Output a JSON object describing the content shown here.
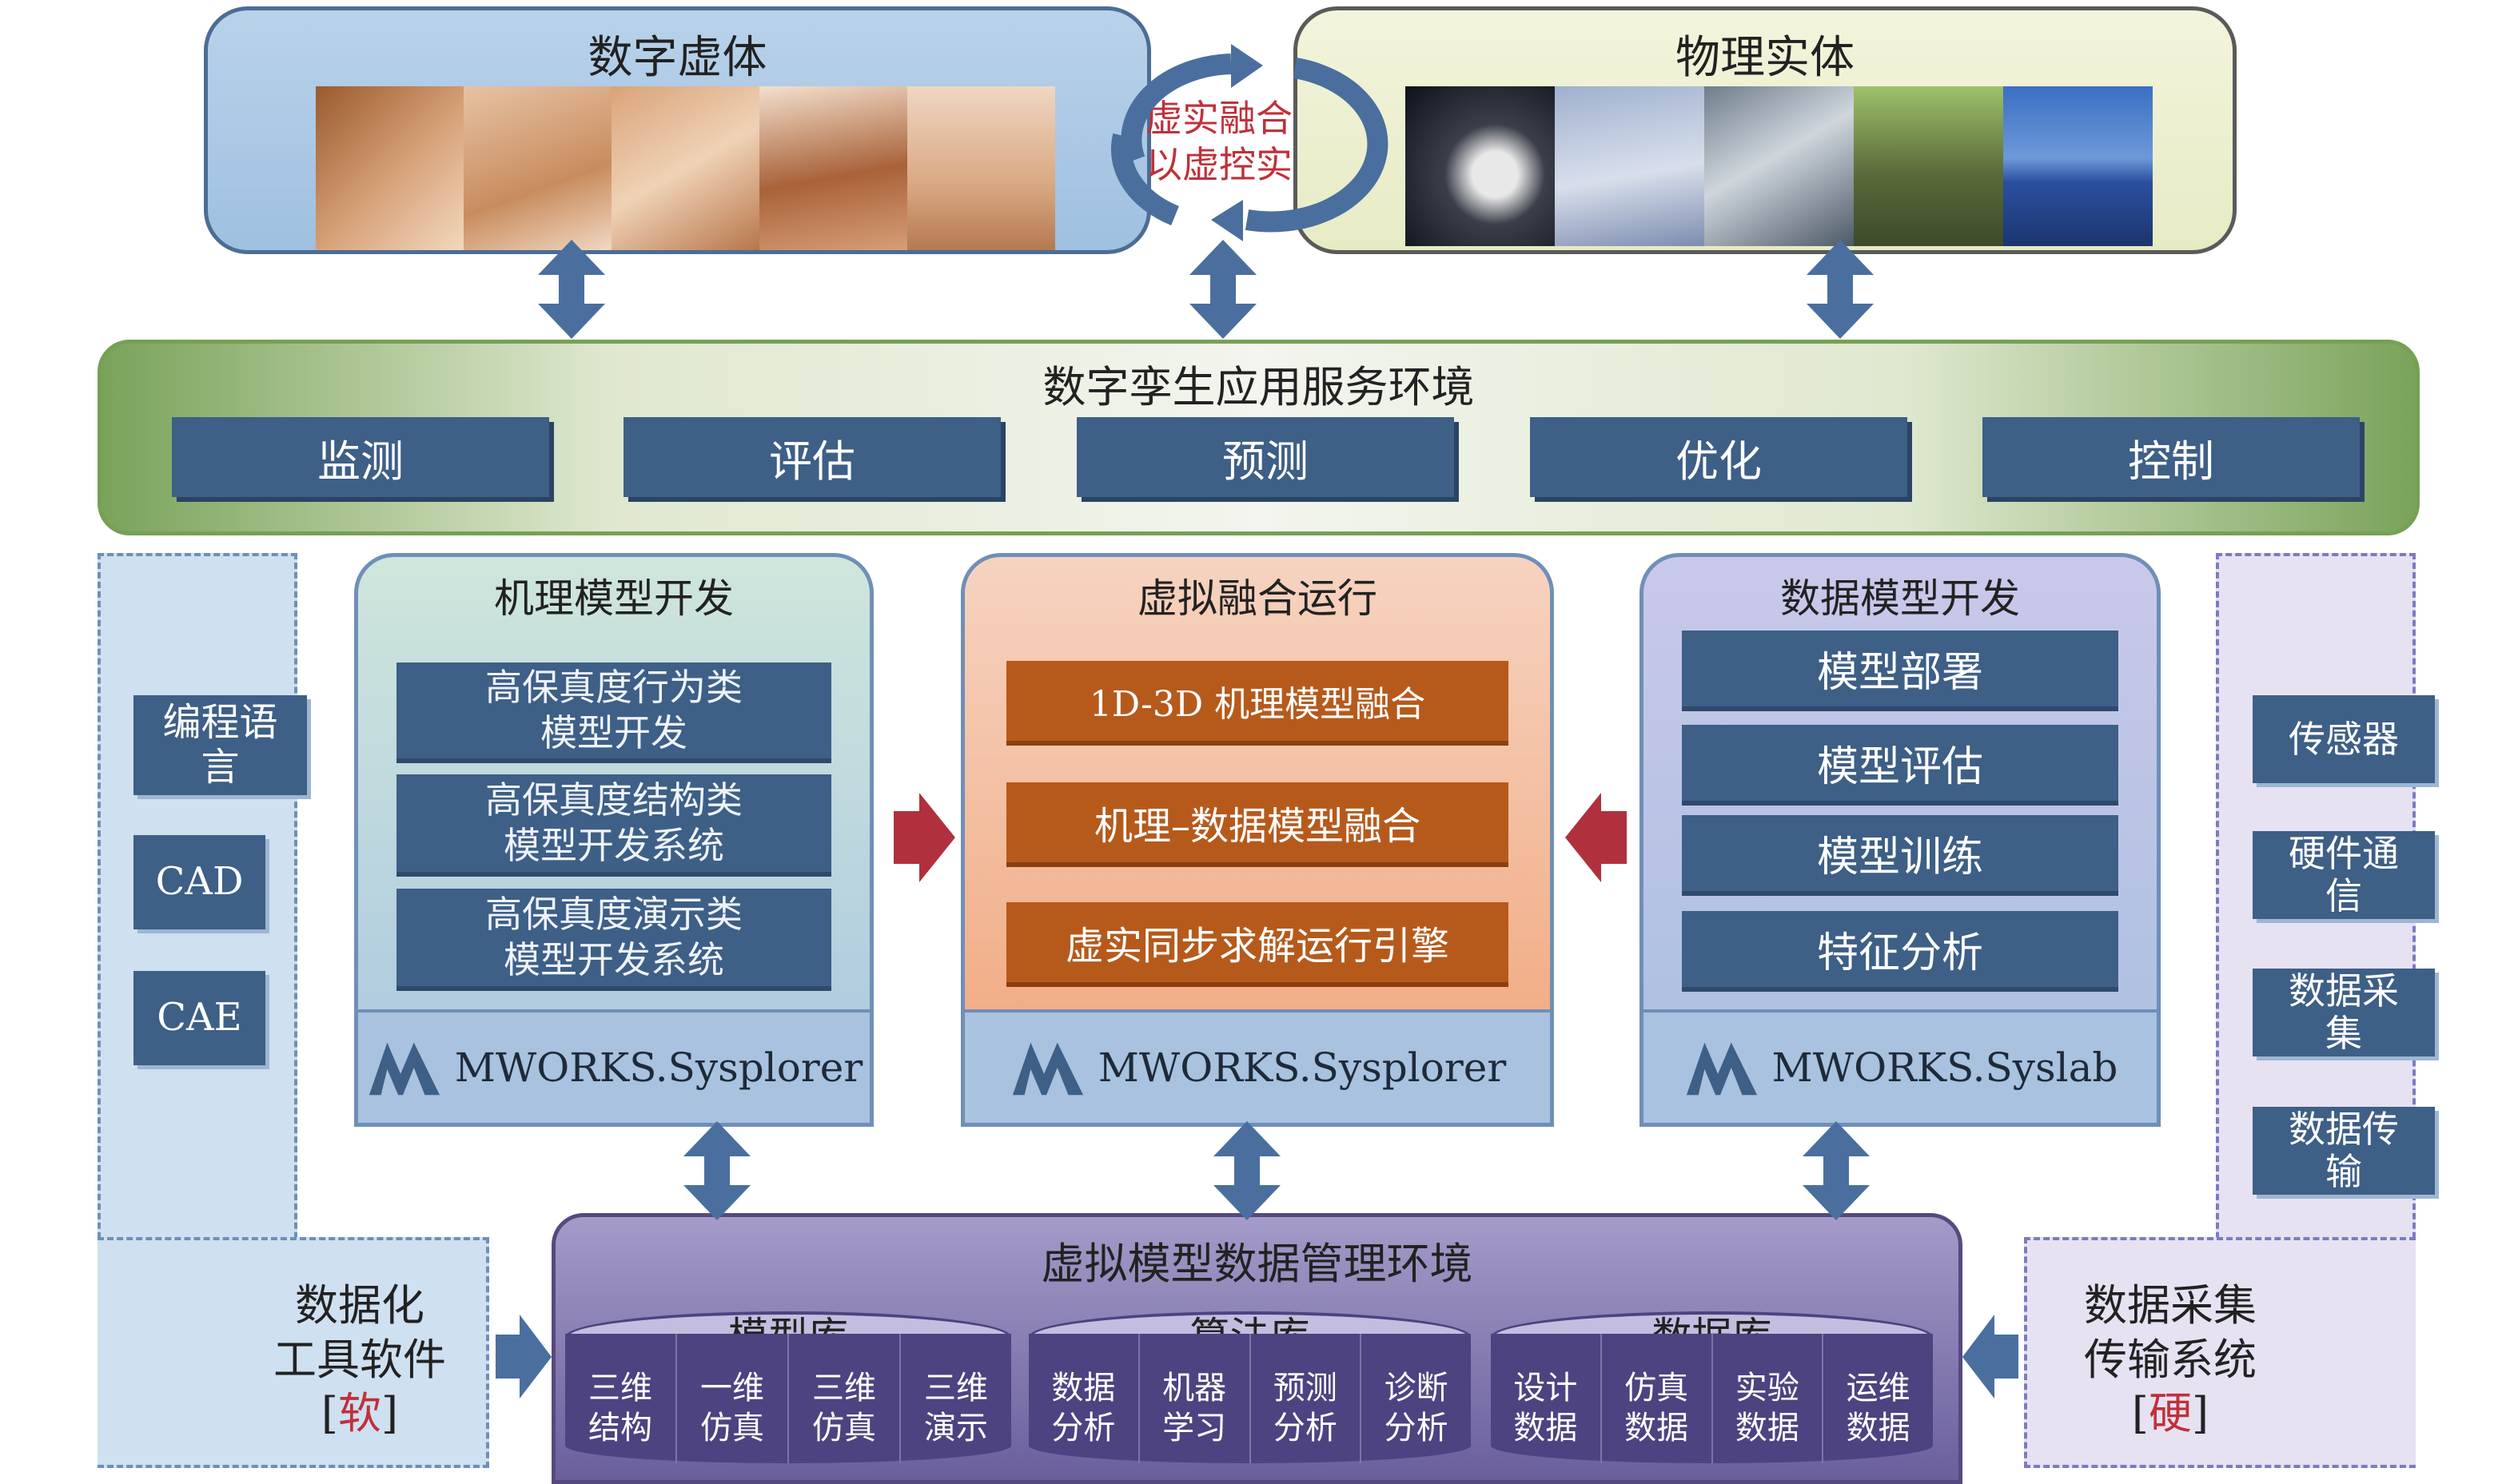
{
  "top": {
    "virtual_title": "数字虚体",
    "physical_title": "物理实体",
    "cycle_line1": "虚实融合",
    "cycle_line2": "以虚控实"
  },
  "service_env": {
    "title": "数字孪生应用服务环境",
    "items": [
      "监测",
      "评估",
      "预测",
      "优化",
      "控制"
    ]
  },
  "left_tools": {
    "items": [
      "编程语言",
      "CAD",
      "CAE"
    ],
    "label_line1": "数据化",
    "label_line2": "工具软件",
    "label_tag": "软"
  },
  "right_tools": {
    "items": [
      "传感器",
      "硬件通信",
      "数据采集",
      "数据传输"
    ],
    "label_line1": "数据采集",
    "label_line2": "传输系统",
    "label_tag": "硬"
  },
  "mechanism": {
    "title": "机理模型开发",
    "items": [
      {
        "line1": "高保真度行为类",
        "line2": "模型开发"
      },
      {
        "line1": "高保真度结构类",
        "line2": "模型开发系统"
      },
      {
        "line1": "高保真度演示类",
        "line2": "模型开发系统"
      }
    ],
    "brand": "MWORKS.Sysplorer"
  },
  "fusion": {
    "title": "虚拟融合运行",
    "items": [
      "1D-3D 机理模型融合",
      "机理–数据模型融合",
      "虚实同步求解运行引擎"
    ],
    "brand": "MWORKS.Sysplorer"
  },
  "datamodel": {
    "title": "数据模型开发",
    "items": [
      "模型部署",
      "模型评估",
      "模型训练",
      "特征分析"
    ],
    "brand": "MWORKS.Syslab"
  },
  "mgmt": {
    "title": "虚拟模型数据管理环境",
    "libraries": [
      {
        "name": "模型库",
        "cells": [
          [
            "三维",
            "结构"
          ],
          [
            "一维",
            "仿真"
          ],
          [
            "三维",
            "仿真"
          ],
          [
            "三维",
            "演示"
          ]
        ]
      },
      {
        "name": "算法库",
        "cells": [
          [
            "数据",
            "分析"
          ],
          [
            "机器",
            "学习"
          ],
          [
            "预测",
            "分析"
          ],
          [
            "诊断",
            "分析"
          ]
        ]
      },
      {
        "name": "数据库",
        "cells": [
          [
            "设计",
            "数据"
          ],
          [
            "仿真",
            "数据"
          ],
          [
            "实验",
            "数据"
          ],
          [
            "运维",
            "数据"
          ]
        ]
      }
    ]
  },
  "colors": {
    "navy_button": "#3e5f86",
    "orange_button": "#b65a1c",
    "purple_db": "#4d4380",
    "arrow_blue": "#4a6f9e",
    "arrow_red": "#b0303e",
    "red_text": "#c0303a"
  }
}
